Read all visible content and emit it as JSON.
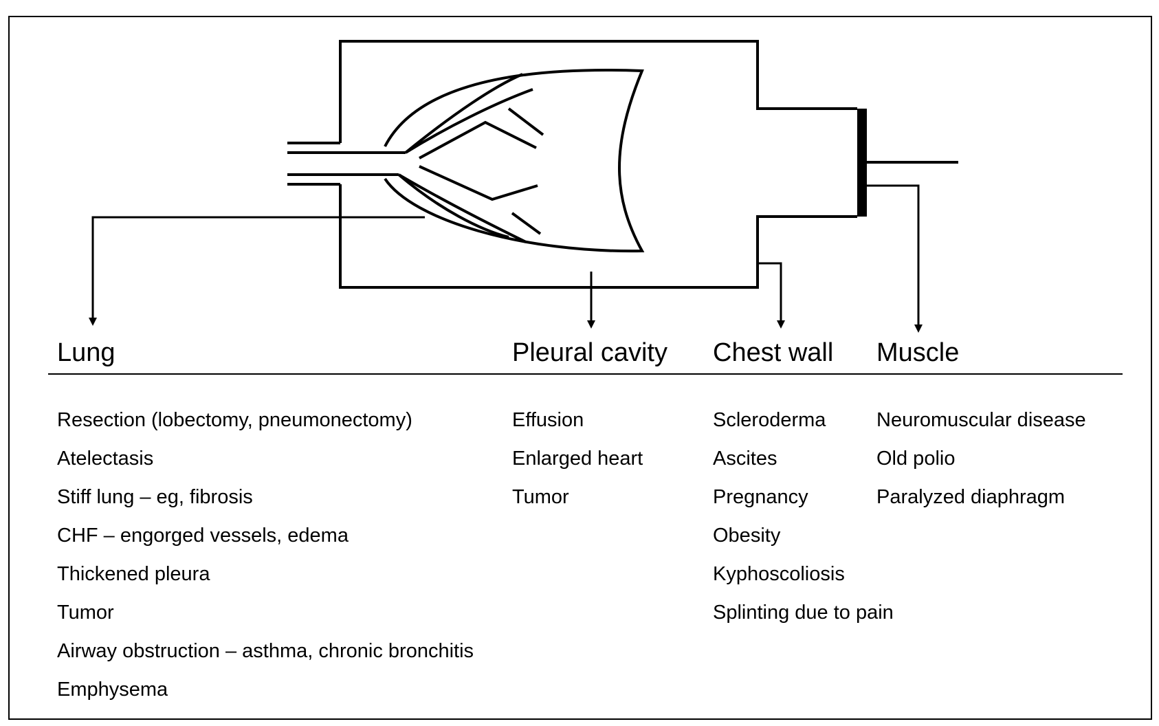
{
  "columns": [
    {
      "header": "Lung",
      "items": [
        "Resection (lobectomy, pneumonectomy)",
        "Atelectasis",
        "Stiff lung – eg, fibrosis",
        "CHF – engorged vessels, edema",
        "Thickened pleura",
        "Tumor",
        "Airway obstruction – asthma, chronic bronchitis",
        "Emphysema"
      ]
    },
    {
      "header": "Pleural cavity",
      "items": [
        "Effusion",
        "Enlarged heart",
        "Tumor"
      ]
    },
    {
      "header": "Chest wall",
      "items": [
        "Scleroderma",
        "Ascites",
        "Pregnancy",
        "Obesity",
        "Kyphoscoliosis",
        "Splinting due to pain"
      ]
    },
    {
      "header": "Muscle",
      "items": [
        "Neuromuscular disease",
        "Old polio",
        "Paralyzed diaphragm"
      ]
    }
  ]
}
